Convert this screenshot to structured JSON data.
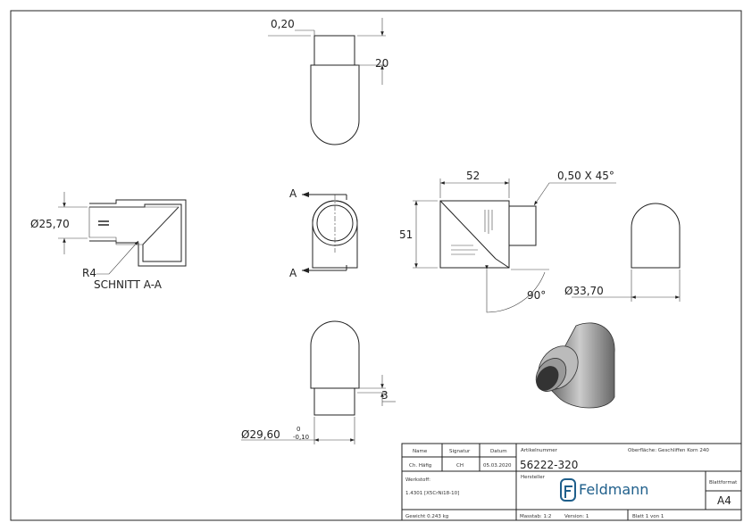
{
  "dimensions": {
    "top_offset": "0,20",
    "top_length": "20",
    "section_diameter": "Ø25,70",
    "section_radius": "R4",
    "section_label": "SCHNITT A-A",
    "section_marker": "A",
    "width": "52",
    "chamfer": "0,50 X 45°",
    "height": "51",
    "angle": "90°",
    "outer_diameter": "Ø33,70",
    "collar_diameter": "Ø29,60",
    "collar_tolerance_upper": "0",
    "collar_tolerance_lower": "-0,10",
    "collar_length": "3"
  },
  "title_block": {
    "name_label": "Name",
    "signature_label": "Signatur",
    "date_label": "Datum",
    "name": "Ch. Häfig",
    "signature": "CH",
    "date": "05.03.2020",
    "article_label": "Artikelnummer",
    "article_number": "56222-320",
    "surface": "Oberfläche:  Geschliffen Korn 240",
    "material_label": "Werkstoff:",
    "material": "1.4301 [X5CrNi18-10]",
    "manufacturer_label": "Hersteller",
    "logo_text": "Feldmann",
    "format_label": "Blattformat",
    "format": "A4",
    "weight": "Gewicht 0.243 kg",
    "scale": "Masstab: 1:2",
    "version": "Version: 1",
    "sheet": "Blatt 1 von 1"
  },
  "colors": {
    "logo": "#1f5f8b"
  }
}
